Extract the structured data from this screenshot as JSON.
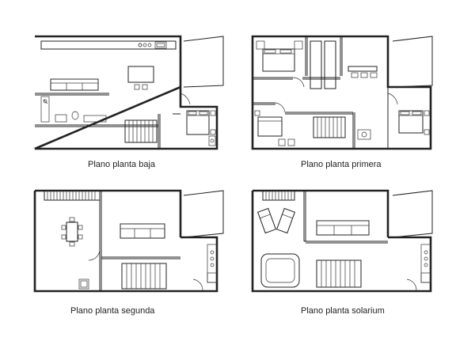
{
  "plans": [
    {
      "caption": "Plano planta baja"
    },
    {
      "caption": "Plano planta primera"
    },
    {
      "caption": "Plano planta segunda"
    },
    {
      "caption": "Plano planta solarium"
    }
  ],
  "colors": {
    "line": "#222222",
    "background": "#ffffff"
  }
}
